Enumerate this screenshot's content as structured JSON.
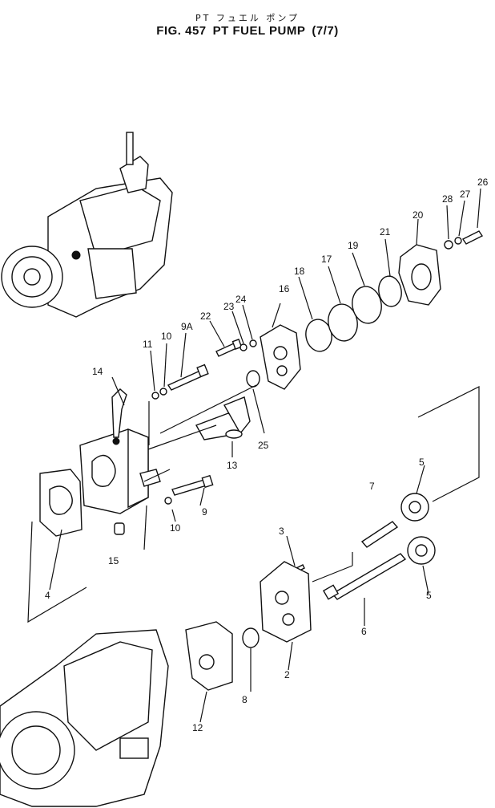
{
  "title": {
    "japanese": "PT フュエル ポンプ",
    "fig_label": "FIG. 457",
    "name": "PT FUEL PUMP",
    "page": "(7/7)"
  },
  "callouts": [
    "2",
    "3",
    "4",
    "5",
    "5",
    "6",
    "7",
    "8",
    "9",
    "9A",
    "10",
    "10",
    "11",
    "12",
    "13",
    "14",
    "15",
    "16",
    "17",
    "18",
    "19",
    "20",
    "21",
    "22",
    "23",
    "24",
    "25",
    "26",
    "27",
    "28"
  ]
}
